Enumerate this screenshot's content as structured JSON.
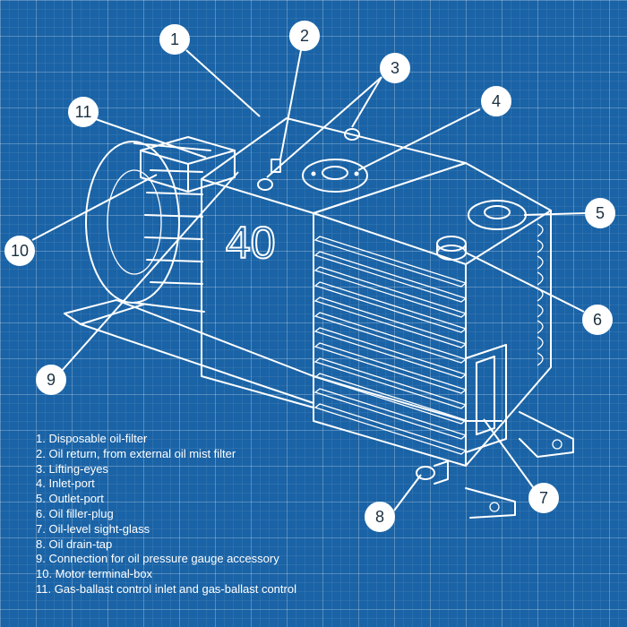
{
  "model_number": "40",
  "legend": [
    "1. Disposable oil-filter",
    "2. Oil return, from external oil mist filter",
    "3. Lifting-eyes",
    "4. Inlet-port",
    "5. Outlet-port",
    "6. Oil filler-plug",
    "7. Oil-level sight-glass",
    "8. Oil drain-tap",
    "9. Connection for oil pressure gauge accessory",
    "10. Motor terminal-box",
    "11. Gas-ballast control inlet and gas-ballast control"
  ],
  "callouts": [
    "1",
    "2",
    "3",
    "4",
    "5",
    "6",
    "7",
    "8",
    "9",
    "10",
    "11"
  ],
  "colors": {
    "background": "#1a63a6",
    "line": "#ffffff",
    "callout_text": "#1a3040"
  }
}
